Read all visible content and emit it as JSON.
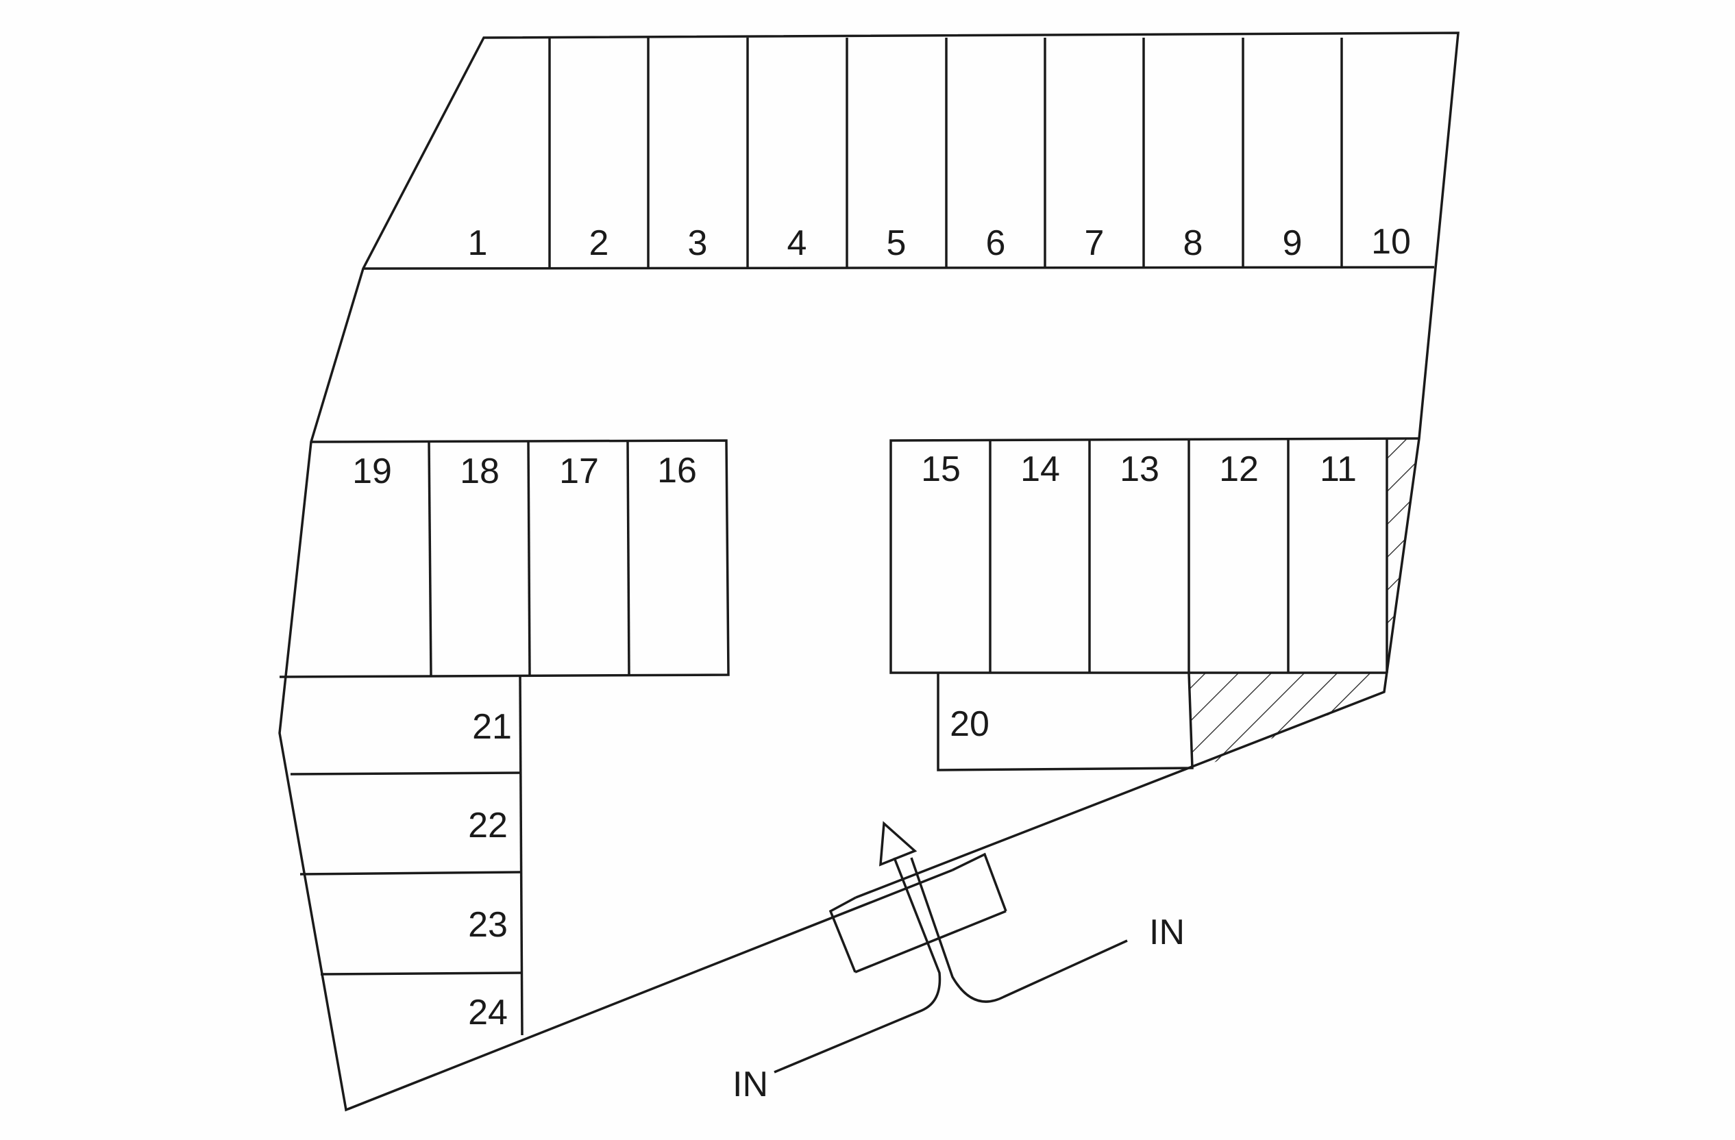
{
  "parking_lot": {
    "top_row": [
      "1",
      "2",
      "3",
      "4",
      "5",
      "6",
      "7",
      "8",
      "9",
      "10"
    ],
    "left_block": [
      "19",
      "18",
      "17",
      "16"
    ],
    "right_block": [
      "15",
      "14",
      "13",
      "12",
      "11"
    ],
    "single_stall": "20",
    "left_column": [
      "21",
      "22",
      "23",
      "24"
    ],
    "entrances": [
      "IN",
      "IN"
    ]
  }
}
